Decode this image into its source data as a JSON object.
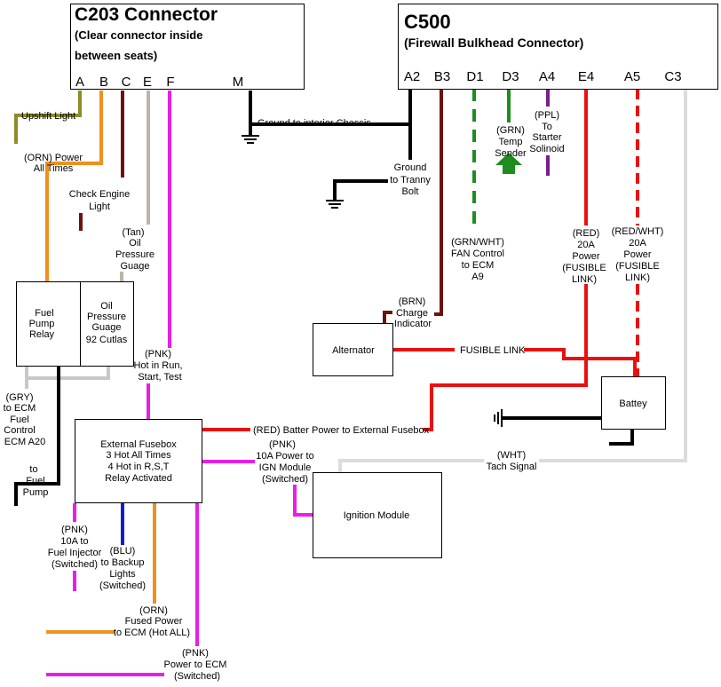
{
  "c203": {
    "title": "C203 Connector",
    "subtitle_line1": "(Clear connector inside",
    "subtitle_line2": "between seats)",
    "pins": [
      "A",
      "B",
      "C",
      "E",
      "F",
      "M"
    ]
  },
  "c500": {
    "title": "C500",
    "subtitle": "(Firewall Bulkhead Connector)",
    "pins": [
      "A2",
      "B3",
      "D1",
      "D3",
      "A4",
      "E4",
      "A5",
      "C3"
    ]
  },
  "labels": {
    "upshift": "Upshift Light",
    "orn_power": [
      "(ORN) Power",
      "All Times"
    ],
    "check_engine": [
      "Check Engine",
      "Light"
    ],
    "tan_oil": [
      "(Tan)",
      "Oil",
      "Pressure",
      "Guage"
    ],
    "ground_interior": "Ground to interior Chassis",
    "ground_tranny": [
      "Ground",
      "to Tranny",
      "Bolt"
    ],
    "grn_temp": [
      "(GRN)",
      "Temp",
      "Sender"
    ],
    "ppl_starter": [
      "(PPL)",
      "To",
      "Starter",
      "Solinoid"
    ],
    "grn_wht_fan": [
      "(GRN/WHT)",
      "FAN Control",
      "to ECM",
      "A9"
    ],
    "red_20a": [
      "(RED)",
      "20A",
      "Power",
      "(FUSIBLE",
      "LINK)"
    ],
    "red_wht_20a": [
      "(RED/WHT)",
      "20A",
      "Power",
      "(FUSIBLE",
      "LINK)"
    ],
    "brn_charge": [
      "(BRN)",
      "Charge",
      "Indicator"
    ],
    "fusible_link": "FUSIBLE LINK",
    "pnk_hot": [
      "(PNK)",
      "Hot in Run,",
      "Start, Test"
    ],
    "gry_ecm": [
      "(GRY)",
      "to ECM",
      "Fuel",
      "Control",
      "ECM A20"
    ],
    "to_fuel_pump": [
      "to",
      "Fuel",
      "Pump"
    ],
    "red_batter": "(RED) Batter Power to External Fusebox",
    "pnk_ign": [
      "(PNK)",
      "10A Power to",
      "IGN Module",
      "(Switched)"
    ],
    "wht_tach": [
      "(WHT)",
      "Tach Signal"
    ],
    "pnk_injector": [
      "(PNK)",
      "10A to",
      "Fuel Injector",
      "(Switched)"
    ],
    "blu_backup": [
      "(BLU)",
      "to Backup",
      "Lights",
      "(Switched)"
    ],
    "orn_fused": [
      "(ORN)",
      "Fused Power",
      "to ECM (Hot ALL)"
    ],
    "pnk_ecm": [
      "(PNK)",
      "Power to ECM",
      "(Switched)"
    ]
  },
  "boxes": {
    "fuel_pump_relay": [
      "Fuel",
      "Pump",
      "Relay"
    ],
    "oil_gauge": [
      "Oil",
      "Pressure",
      "Guage",
      "92 Cutlas"
    ],
    "alternator": "Alternator",
    "battery": "Battey",
    "fusebox": [
      "External Fusebox",
      "3 Hot All Times",
      "4 Hot in R,S,T",
      "Relay Activated"
    ],
    "ignition_module": "Ignition Module"
  },
  "colors": {
    "olive": "#8c8c2a",
    "orange": "#f0901e",
    "dark_red": "#6e1010",
    "tan": "#bcb4a8",
    "pink": "#e81ee8",
    "black": "#000000",
    "green": "#1e8c1e",
    "purple": "#7a1e8c",
    "red": "#e81010",
    "gray": "#c8c8c8",
    "blue": "#1020d0",
    "white_wire": "#dcdcdc"
  }
}
